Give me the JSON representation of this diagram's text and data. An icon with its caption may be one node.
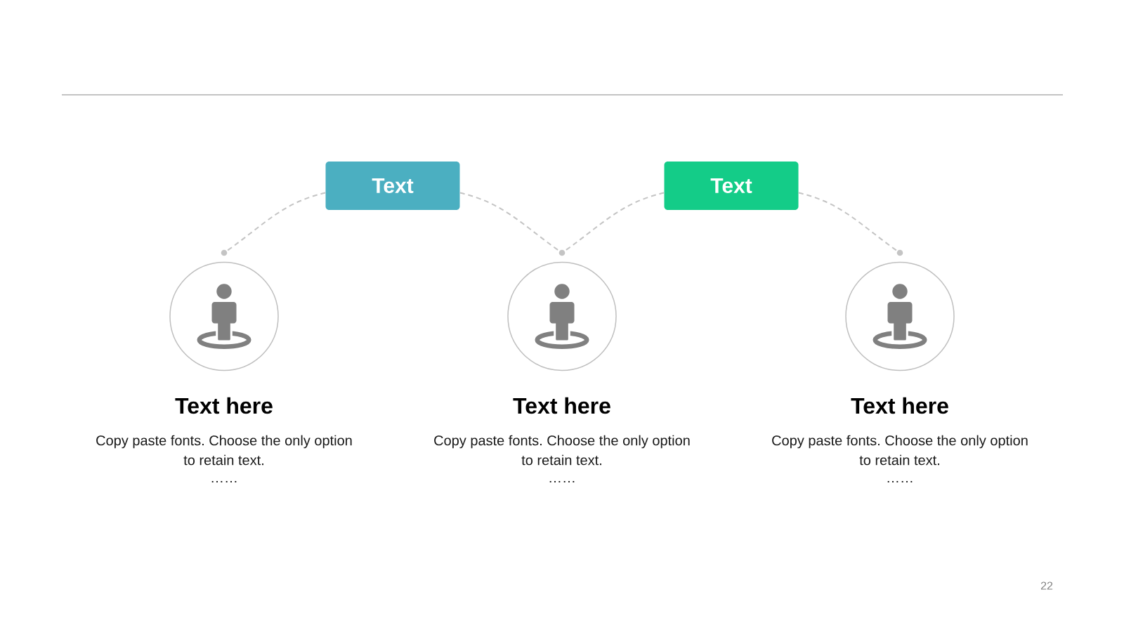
{
  "diagram": {
    "nodes": [
      {
        "text": [
          "Text"
        ]
      },
      {
        "text": [
          "Text"
        ]
      },
      {
        "text": [],
        "shape": "dot"
      },
      {
        "text": [],
        "shape": "dot"
      },
      {
        "text": [],
        "shape": "dot"
      },
      {
        "text": [],
        "shape": "circle",
        "beside": [
          "Text here",
          "Copy paste fonts. Choose the only option to retain text.",
          "……"
        ]
      },
      {
        "text": [],
        "shape": "circle",
        "beside": [
          "Text here",
          "Copy paste fonts. Choose the only option to retain text.",
          "……"
        ]
      },
      {
        "text": [],
        "shape": "circle",
        "beside": [
          "Text here",
          "Copy paste fonts. Choose the only option to retain text.",
          "……"
        ]
      }
    ],
    "edges": [
      {
        "from": 0,
        "to": 2,
        "arrow": "none",
        "style": "dashed"
      },
      {
        "from": 0,
        "to": 3,
        "arrow": "none",
        "style": "dashed"
      },
      {
        "from": 1,
        "to": 3,
        "arrow": "none",
        "style": "dashed"
      },
      {
        "from": 1,
        "to": 4,
        "arrow": "none",
        "style": "dashed"
      }
    ],
    "labels": [
      "22"
    ]
  }
}
